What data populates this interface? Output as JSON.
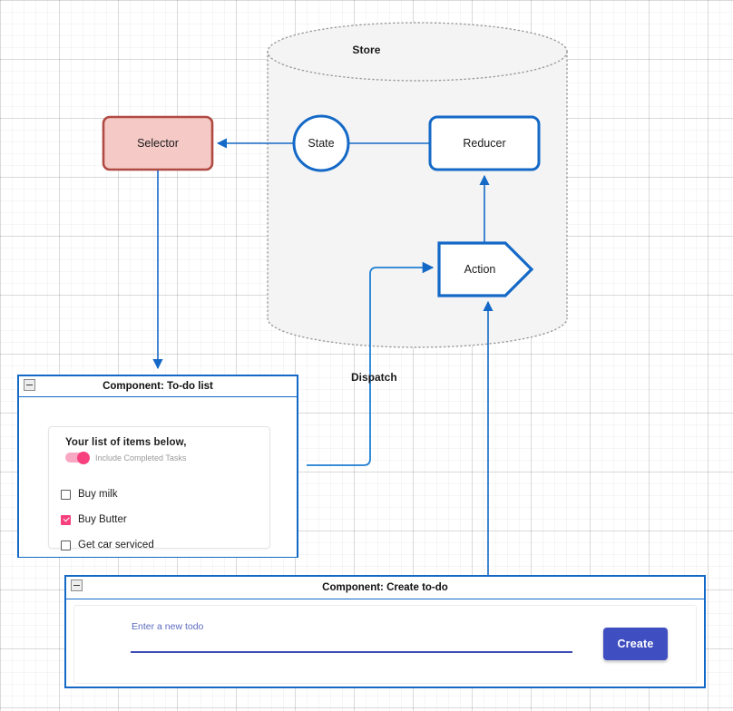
{
  "diagram": {
    "store": {
      "label": "Store"
    },
    "nodes": {
      "selector": "Selector",
      "state": "State",
      "reducer": "Reducer",
      "action": "Action"
    },
    "edges": {
      "dispatch_label": "Dispatch"
    },
    "colors": {
      "flow_blue": "#1469c7",
      "selector_fill": "#f5c9c6",
      "selector_stroke": "#b04a42",
      "store_fill": "#f4f4f4",
      "store_stroke": "#9a9a9a",
      "accent_pink": "#f6417e",
      "create_button": "#3f4ec0"
    }
  },
  "todo_component": {
    "title": "Component: To-do list",
    "collapse_icon": "minus-box-icon",
    "card": {
      "heading": "Your list of items below,",
      "toggle": {
        "label": "Include Completed Tasks",
        "on": true
      },
      "items": [
        {
          "label": "Buy milk",
          "checked": false
        },
        {
          "label": "Buy Butter",
          "checked": true
        },
        {
          "label": "Get car serviced",
          "checked": false
        }
      ]
    }
  },
  "create_component": {
    "title": "Component: Create to-do",
    "collapse_icon": "minus-box-icon",
    "input": {
      "label": "Enter a new todo",
      "value": "",
      "placeholder": "Enter a new todo"
    },
    "button_label": "Create"
  }
}
